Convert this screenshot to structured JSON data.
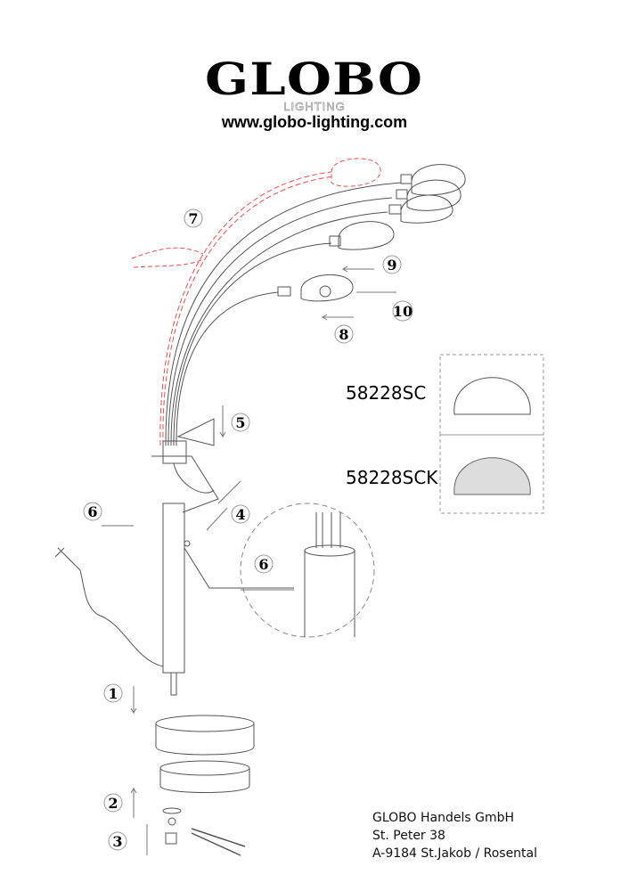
{
  "logo": {
    "brand": "GLOBO",
    "tagline": "LIGHTING",
    "url": "www.globo-lighting.com"
  },
  "steps": {
    "s1": "1",
    "s2": "2",
    "s3": "3",
    "s4": "4",
    "s5": "5",
    "s6a": "6",
    "s6b": "6",
    "s7": "7",
    "s8": "8",
    "s9": "9",
    "s10": "10"
  },
  "models": {
    "smooth": "58228SC",
    "crystal": "58228SCK"
  },
  "address": {
    "line1": "GLOBO Handels GmbH",
    "line2": "St. Peter 38",
    "line3": "A-9184 St.Jakob / Rosental"
  },
  "colors": {
    "line": "#555555",
    "highlight": "#e85050"
  }
}
